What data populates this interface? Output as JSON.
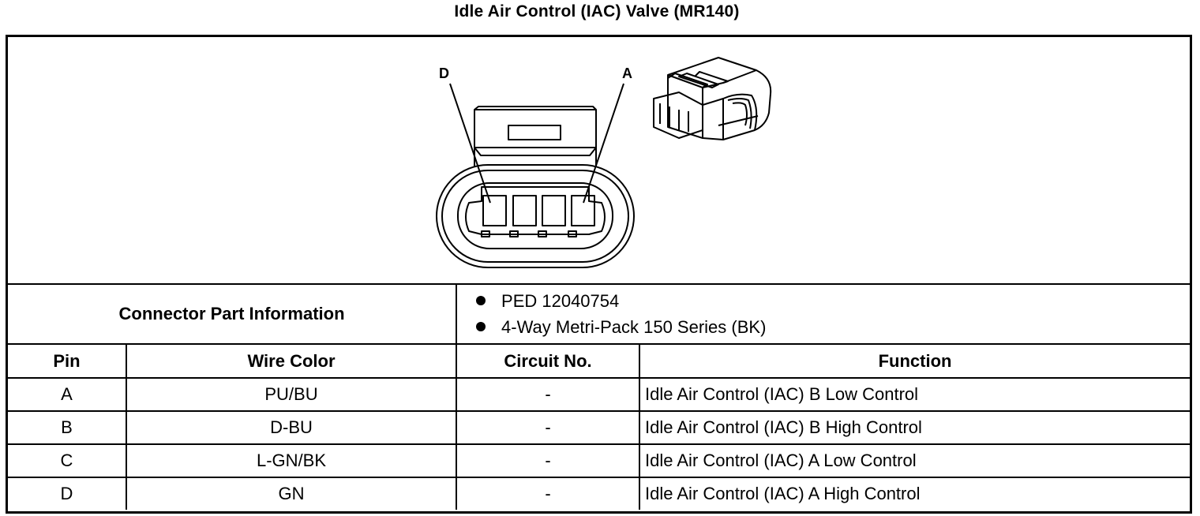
{
  "title": "Idle Air Control (IAC) Valve (MR140)",
  "diagram": {
    "pin_label_left": "D",
    "pin_label_right": "A",
    "icons": [
      "connector-face-icon",
      "connector-3d-icon"
    ]
  },
  "part_info": {
    "label": "Connector Part Information",
    "items": [
      "PED 12040754",
      "4-Way Metri-Pack 150 Series (BK)"
    ]
  },
  "table": {
    "headers": [
      "Pin",
      "Wire Color",
      "Circuit No.",
      "Function"
    ],
    "rows": [
      {
        "pin": "A",
        "wire_color": "PU/BU",
        "circuit": "-",
        "function": "Idle Air Control (IAC) B Low Control"
      },
      {
        "pin": "B",
        "wire_color": "D-BU",
        "circuit": "-",
        "function": "Idle Air Control (IAC) B High Control"
      },
      {
        "pin": "C",
        "wire_color": "L-GN/BK",
        "circuit": "-",
        "function": "Idle Air Control (IAC) A Low Control"
      },
      {
        "pin": "D",
        "wire_color": "GN",
        "circuit": "-",
        "function": "Idle Air Control (IAC) A High Control"
      }
    ]
  }
}
